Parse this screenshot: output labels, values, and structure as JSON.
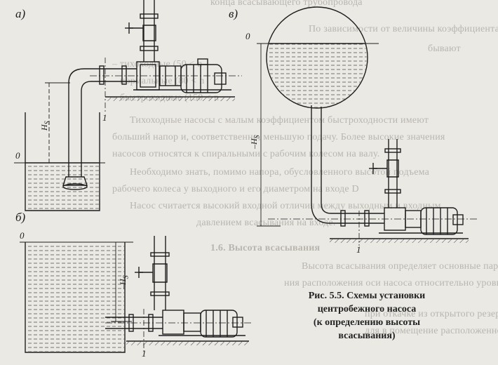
{
  "figure": {
    "panel_labels": {
      "a": "а)",
      "b": "б)",
      "v": "в)"
    },
    "level_zero": "0",
    "axis_one": "1",
    "hs_label": "H",
    "hs_sub": "S",
    "hs_label_v": "–H",
    "caption": [
      "Рис. 5.5. Схемы установки",
      "центробежного насоса",
      "(к определению высоты",
      "всасывания)"
    ]
  },
  "background_text": [
    "конца всасывающего трубопровода",
    "По зависимости от величины коэффициента быстроходности насосы",
    "бывают",
    "– тихоходные (50 < n",
    "– нормальные (80 < n",
    "– быстроходные (150 < n",
    "Тихоходные насосы с малым коэффициентом быстроходности имеют",
    "больший напор и, соответственно, меньшую подачу. Более высокие значения",
    "насосов относятся к спиральными с рабочим колесом на валу.",
    "Необходимо знать, помимо напора, обусловленного высотой подъема",
    "рабочего колеса у выходного и его диаметром на входе D",
    "Насос считается высокий входной отличия между выходным и входным",
    "давлением всасывания на входе.",
    "1.6. Высота всасывания",
    "Высота всасывания определяет основные параметры насосной установки",
    "ния расположения оси насоса относительно уровня жидкости в резервуаре",
    "при откачке из открытого резервуара",
    "для в помещение расположенного на отметке выше поверхности"
  ]
}
